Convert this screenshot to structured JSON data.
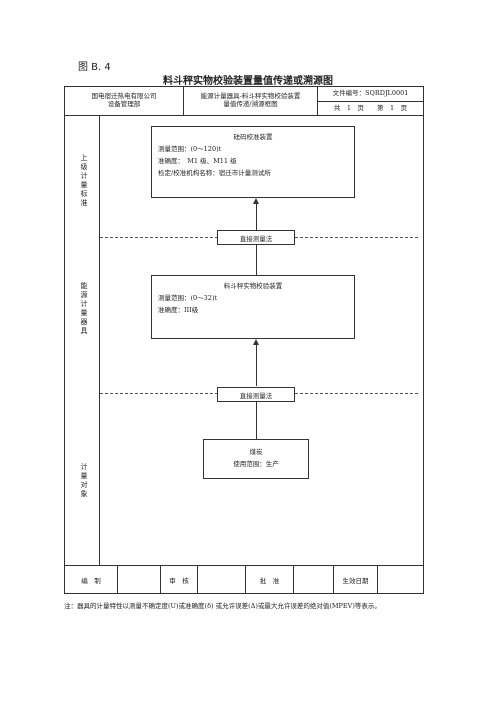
{
  "figure_label": "图 B. 4",
  "title": "料斗秤实物校验装置量值传递或溯源图",
  "header": {
    "org_line1": "国电宿迁热电有限公司",
    "org_line2": "设备管理部",
    "doc_line1": "能源计量器具-料斗秤实物校验装置",
    "doc_line2": "量值传递/溯源框图",
    "file_no": "文件编号：SQRDJL0001",
    "pages": "共　1　页　　第　1　页"
  },
  "sections": {
    "upper": "上级计量标准",
    "middle": "能源计量器具",
    "lower": "计量对象"
  },
  "boxes": {
    "top": {
      "title": "砝码校准装置",
      "line1": "测量范围：(0～120)t",
      "line2": "准确度：　M1 级、M11 级",
      "line3": "检定/校准机构名称：宿迁市计量测试所"
    },
    "middle": {
      "title": "料斗秤实物校验装置",
      "line1": "测量范围：(0～32)t",
      "line2": "准确度：III级"
    },
    "bottom": {
      "title": "煤炭",
      "line1": "使用范围：生产"
    }
  },
  "methods": {
    "first": "直接测量法",
    "second": "直接测量法"
  },
  "footer": {
    "compile": "编　制",
    "review": "审　核",
    "approve": "批　准",
    "effective": "生效日期"
  },
  "note": "注：器具的计量特性以测量不确定度(U)或准确度(δ) 或允许误差(Δ)或最大允许误差的绝对值(MPEV)等表示。"
}
